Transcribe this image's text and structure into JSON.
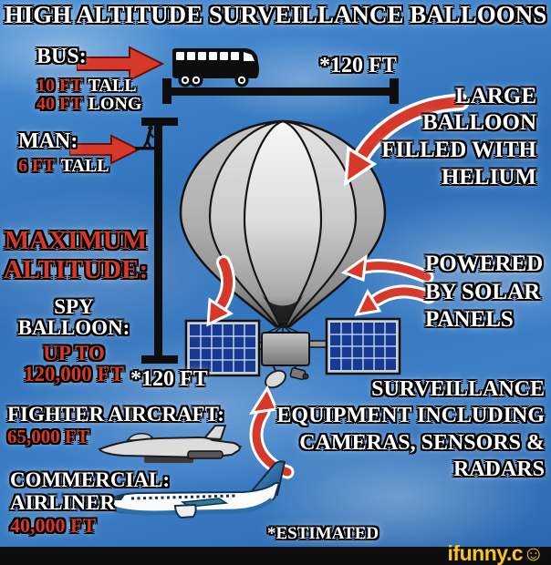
{
  "title": "HIGH ALTITUDE SURVEILLANCE BALLOONS",
  "bus": {
    "label": "BUS:",
    "tall_value": "10 FT",
    "tall_unit": "TALL",
    "long_value": "40 FT",
    "long_unit": "LONG",
    "length_label": "*120 FT"
  },
  "man": {
    "label": "MAN:",
    "height_value": "6 FT",
    "height_unit": "TALL"
  },
  "altitude": {
    "heading1": "MAXIMUM",
    "heading2": "ALTITUDE:",
    "sub1": "SPY",
    "sub2": "BALLOON:",
    "value1": "UP TO",
    "value2": "120,000 FT"
  },
  "balloon": {
    "height_label": "*120 FT",
    "helium1": "LARGE",
    "helium2": "BALLOON",
    "helium3": "FILLED WITH",
    "helium4": "HELIUM",
    "solar1": "POWERED",
    "solar2": "BY SOLAR",
    "solar3": "PANELS",
    "equip1": "SURVEILLANCE",
    "equip2": "EQUIPMENT INCLUDING",
    "equip3": "CAMERAS, SENSORS &",
    "equip4": "RADARS"
  },
  "fighter": {
    "label": "FIGHTER AIRCRAFT:",
    "altitude": "65,000 FT"
  },
  "airliner": {
    "label1": "COMMERCIAL:",
    "label2": "AIRLINER",
    "altitude": "40,000 FT"
  },
  "footnote": "*ESTIMATED",
  "watermark": {
    "text": "ifunny.c",
    "smiley": "☺"
  },
  "colors": {
    "arrow_red": "#d6382a",
    "text_red": "#d6382a",
    "panel_blue": "#173a8e",
    "sky_base": "#2e6fb8",
    "watermark_yellow": "#f7c51e",
    "bar_black": "#0c0c0c"
  }
}
